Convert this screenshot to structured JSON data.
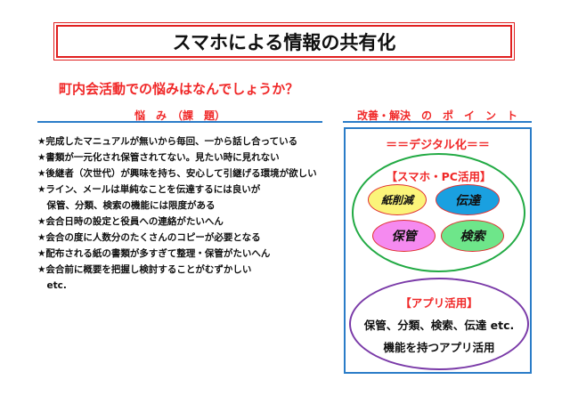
{
  "title": "スマホによる情報の共有化",
  "subtitle": "町内会活動での悩みはなんでしょうか？",
  "left_header": "悩　み　（課　題）",
  "issues": [
    "★完成したマニュアルが無いから毎回、一から話し合っている",
    "★書類が一元化され保管されてない。見たい時に見れない",
    "★後継者（次世代）が興味を持ち、安心して引継げる環境が欲しい",
    "★ライン、メールは単純なことを伝達するには良いが",
    "　保管、分類、検索の機能には限度がある",
    "★会合日時の設定と役員への連絡がたいへん",
    "★会合の度に人数分のたくさんのコピーが必要となる",
    "★配布される紙の書類が多すぎて整理・保管がたいへん",
    "★会合前に概要を把握し検討することがむずかしい",
    "　etc."
  ],
  "right_header": "改善・解決　の　ポ　イ　ン　ト",
  "digital": "＝＝デジタル化＝＝",
  "smartphone": {
    "label": "【スマホ・PC活用】",
    "items": [
      "紙削減",
      "伝達",
      "保管",
      "検索"
    ]
  },
  "app": {
    "label": "【アプリ活用】",
    "line1": "保管、分類、検索、伝達 etc.",
    "line2": "機能を持つアプリ活用"
  },
  "colors": {
    "red": "#f02828",
    "blue": "#2a7cc8",
    "green": "#22aa44",
    "purple": "#7a3aa8",
    "yellow": "#fbf47a",
    "cyan": "#1aa0e0",
    "pink": "#f58af0",
    "lightgreen": "#6ee68a"
  }
}
